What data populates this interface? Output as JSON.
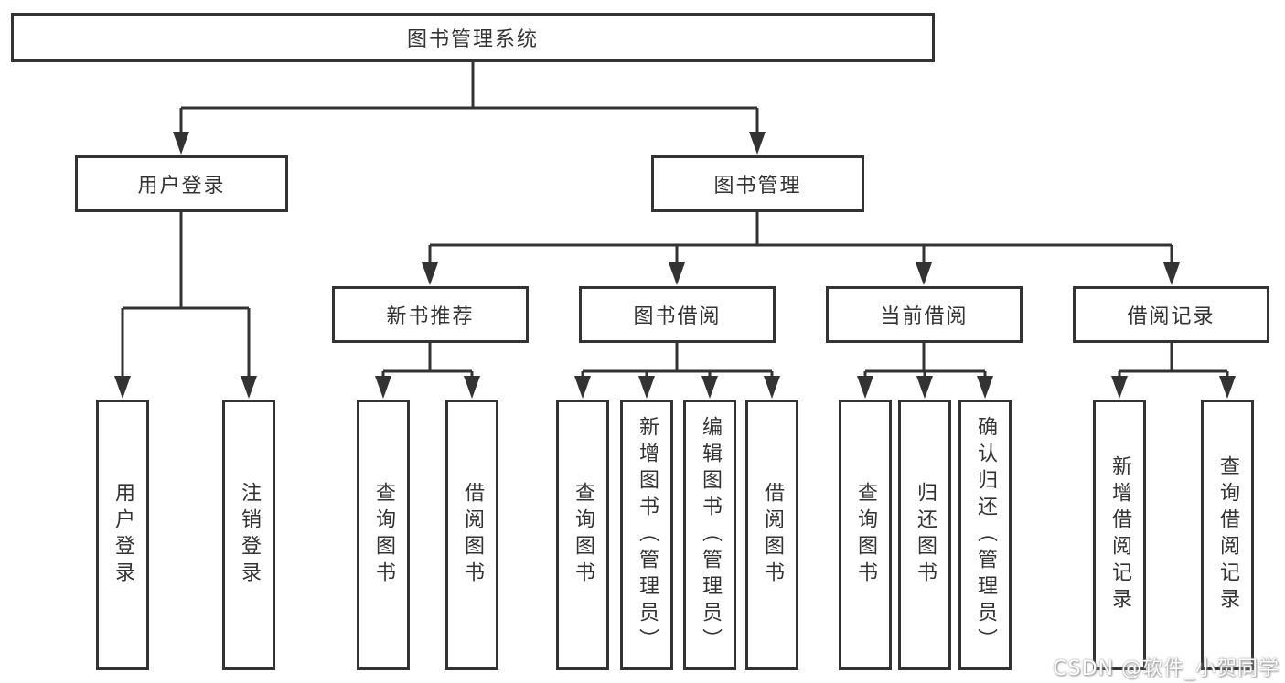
{
  "colors": {
    "line": "#333333",
    "text": "#333333",
    "background": "#ffffff",
    "watermark": "#fdfdfd"
  },
  "tree": {
    "root": {
      "label": "图书管理系统"
    },
    "level2": [
      {
        "label": "用户登录"
      },
      {
        "label": "图书管理"
      }
    ],
    "level3": [
      {
        "label": "新书推荐"
      },
      {
        "label": "图书借阅"
      },
      {
        "label": "当前借阅"
      },
      {
        "label": "借阅记录"
      }
    ],
    "leaves": [
      {
        "label": "用户登录"
      },
      {
        "label": "注销登录"
      },
      {
        "label": "查询图书"
      },
      {
        "label": "借阅图书"
      },
      {
        "label": "查询图书"
      },
      {
        "label": "新增图书（管理员）"
      },
      {
        "label": "编辑图书（管理员）"
      },
      {
        "label": "借阅图书"
      },
      {
        "label": "查询图书"
      },
      {
        "label": "归还图书"
      },
      {
        "label": "确认归还（管理员）"
      },
      {
        "label": "新增借阅记录"
      },
      {
        "label": "查询借阅记录"
      }
    ]
  },
  "watermark": {
    "text": "CSDN @软件_小贺同学"
  }
}
